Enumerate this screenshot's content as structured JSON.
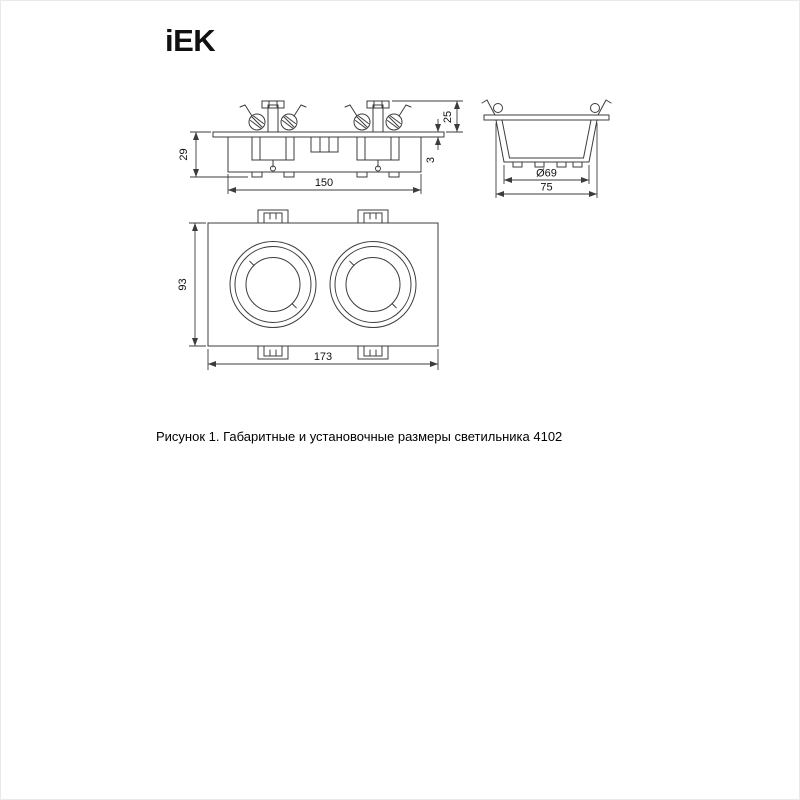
{
  "page": {
    "brand_logo": "iEK",
    "caption": "Рисунок 1. Габаритные и установочные размеры светильника 4102"
  },
  "drawings": {
    "side_view": {
      "dim_height": "29",
      "dim_width": "150",
      "dim_flange_thickness": "3",
      "dim_recess_depth": "25"
    },
    "section_view": {
      "dim_diameter": "Ø69",
      "dim_outer_width": "75"
    },
    "front_view": {
      "dim_height": "93",
      "dim_width": "173"
    }
  },
  "colors": {
    "line": "#3c3c3c",
    "text": "#111111",
    "background": "#ffffff"
  }
}
